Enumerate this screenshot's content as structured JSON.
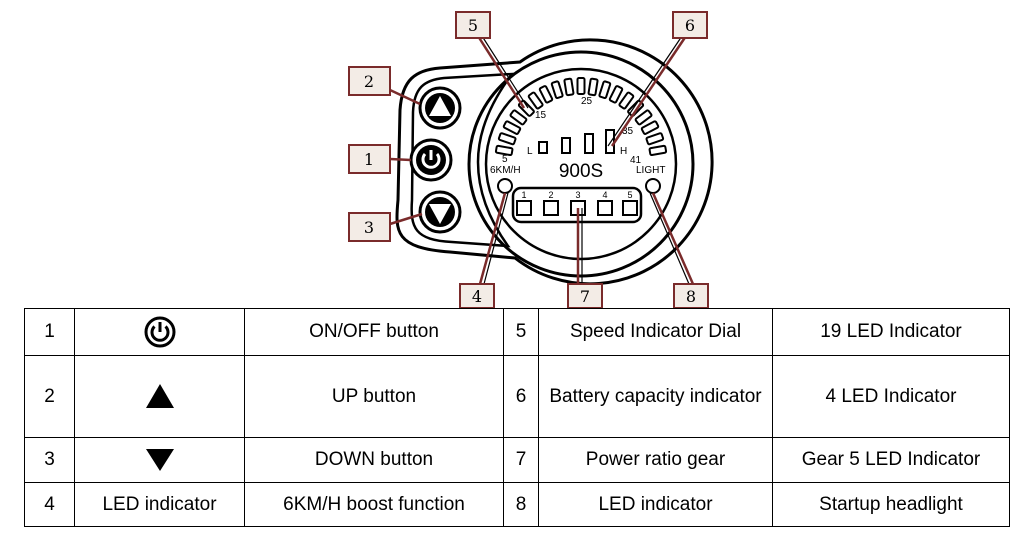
{
  "diagram": {
    "callouts": [
      "1",
      "2",
      "3",
      "4",
      "5",
      "6",
      "7",
      "8"
    ],
    "display": {
      "model": "900S",
      "speed_ticks": [
        "5",
        "15",
        "25",
        "35",
        "41"
      ],
      "battery_low": "L",
      "battery_high": "H",
      "boost_label": "6KM/H",
      "light_label": "LIGHT",
      "gear_numbers": [
        "1",
        "2",
        "3",
        "4",
        "5"
      ]
    }
  },
  "table": {
    "rows": [
      {
        "left_num": "1",
        "left_icon": "power-icon",
        "left_text": "",
        "left_desc": "ON/OFF button",
        "right_num": "5",
        "right_name": "Speed Indicator Dial",
        "right_desc": "19 LED Indicator"
      },
      {
        "left_num": "2",
        "left_icon": "up-triangle-icon",
        "left_text": "",
        "left_desc": "UP button",
        "right_num": "6",
        "right_name": "Battery capacity indicator",
        "right_desc": "4 LED Indicator"
      },
      {
        "left_num": "3",
        "left_icon": "down-triangle-icon",
        "left_text": "",
        "left_desc": "DOWN button",
        "right_num": "7",
        "right_name": "Power ratio gear",
        "right_desc": "Gear 5 LED Indicator"
      },
      {
        "left_num": "4",
        "left_icon": "",
        "left_text": "LED indicator",
        "left_desc": "6KM/H boost function",
        "right_num": "8",
        "right_name": "LED indicator",
        "right_desc": "Startup headlight"
      }
    ]
  },
  "colors": {
    "callout_border": "#7a2b2b",
    "callout_fill": "#f3ece6",
    "ink": "#000000"
  }
}
